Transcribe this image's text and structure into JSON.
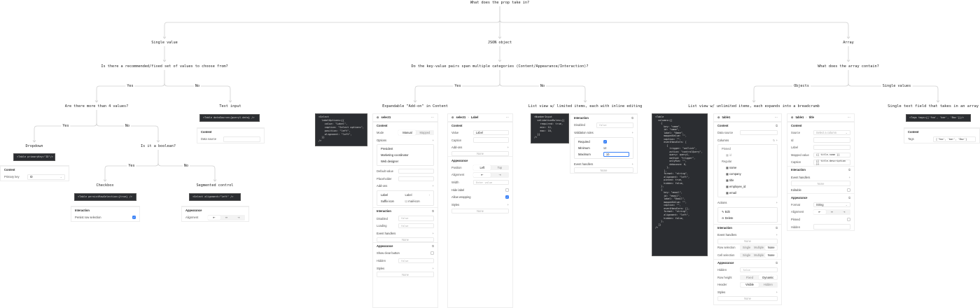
{
  "tree": {
    "root": "What does the prop take in?",
    "single_value": "Single value",
    "json_object": "JSON object",
    "array": "Array",
    "q_fixed_set": "Is there a recommended/fixed set of values to choose from?",
    "q_categories": "Do the key-value pairs span multiple categories (Content/Appearance/Interaction)?",
    "q_array_contain": "What does the array contain?",
    "yes": "Yes",
    "no": "No",
    "objects": "Objects",
    "single_values": "Single values",
    "q_more_than_4": "Are there more than 4 values?",
    "text_input": "Text input",
    "expandable_addon": "Expandable \"Add-on\" in Content",
    "list_limited": "List view w/ limited items, each with inline editing",
    "list_unlimited": "List view w/ unlimited items, each expands into a breadcrumb",
    "single_text_field": "Single text field that takes in an array",
    "dropdown": "Dropdown",
    "q_boolean": "Is it a boolean?",
    "checkbox": "Checkbox",
    "segmented_control": "Segmented control"
  },
  "code": {
    "text_input": "<Table dataSource={query1.data} />",
    "dropdown": "<Table primaryKey=\"ID\"/>",
    "checkbox": "<Table persistRowSelection={true} />",
    "segmented": "<Select alignment=\"left\" />",
    "expandable": "<Select\n  labelOptions={{\n    value: \"Label\",\n    caption: \"Select options\",\n    position: \"left\",\n    alignment: \"left\",\n  }}\n/>",
    "number_input": "<NumberInput\n  validationRules={{\n    required: true,\n    min: 12,\n    max: 10,\n  }}\n/>",
    "table": "<Table\n  columns={[\n    {\n      key: \"name\",\n      id: \"name\",\n      label: \"Name\",\n      mappedValue: \"\",\n      caption: \"\",\n      eventHandlers: [\n        {\n          trigger: \"onClick\",\n          action: \"controlQuery\",\n          query: query1,\n          method: \"trigger\",\n          onlyRun: \"\",\n          debounce: 0,\n        },\n      ],\n      format: \"string\",\n      alignment: \"left\",\n      pinned: true,\n      hidden: false,\n    },\n    {\n      key: \"email\",\n      id: \"email\",\n      label: \"Email\",\n      mappedValue: \"\",\n      caption: \"\",\n      eventHandlers: [],\n      format: \"string\",\n      alignment: \"left\",\n      hidden: false,\n    },\n  ]}\n/>",
    "tags": "<Tags tags={['foo', 'bar', 'Baz']}/>"
  },
  "icons": {
    "align": [
      "align-left-icon",
      "align-center-icon",
      "align-right-icon"
    ],
    "checkmark": "✓"
  },
  "colors": {
    "accent": "#3b82f6",
    "code_bg": "#2b2d31"
  },
  "panels": {
    "text_input": [
      {
        "t": "section",
        "label": "Content"
      },
      {
        "t": "field",
        "label": "Data source",
        "value": ""
      }
    ],
    "dropdown": [
      {
        "t": "section",
        "label": "Content"
      },
      {
        "t": "field",
        "label": "Primary key",
        "value": "ID",
        "select": true
      }
    ],
    "checkbox": [
      {
        "t": "section",
        "label": "Interaction"
      },
      {
        "t": "check",
        "label": "Persist row selection",
        "checked": true
      }
    ],
    "segmented": [
      {
        "t": "section",
        "label": "Appearance"
      },
      {
        "t": "seg",
        "label": "Alignment",
        "options": [
          "⇤",
          "⇹",
          "⇥"
        ],
        "selected": 0
      }
    ],
    "select1": [
      {
        "t": "header",
        "title": "select1"
      },
      {
        "t": "section",
        "label": "Content"
      },
      {
        "t": "seg",
        "label": "Mode",
        "options": [
          "Manual",
          "Mapped"
        ],
        "selected": 0
      },
      {
        "t": "plus",
        "label": "Options"
      },
      {
        "t": "list",
        "items": [
          "President",
          "Marketing coordinator",
          "Web designer"
        ]
      },
      {
        "t": "field",
        "label": "Default value",
        "value": ""
      },
      {
        "t": "field",
        "label": "Placeholder",
        "value": ""
      },
      {
        "t": "plus",
        "label": "Add-ons"
      },
      {
        "t": "kv",
        "items": [
          {
            "k": "Label",
            "v": "Label",
            "chev": "›"
          },
          {
            "k": "Suffix icon",
            "v": "☐ mail-icon"
          }
        ]
      },
      {
        "t": "section",
        "label": "Interaction",
        "act": "⧉"
      },
      {
        "t": "field",
        "label": "Disabled",
        "value": "",
        "placeholder": "false",
        "mono": true
      },
      {
        "t": "field",
        "label": "Loading",
        "value": "",
        "placeholder": "false",
        "mono": true
      },
      {
        "t": "plus",
        "label": "Event handlers"
      },
      {
        "t": "none",
        "text": "None"
      },
      {
        "t": "section",
        "label": "Appearance",
        "act": "⧉"
      },
      {
        "t": "check",
        "label": "Show clear button",
        "checked": false
      },
      {
        "t": "field",
        "label": "Hidden",
        "value": "",
        "placeholder": "false",
        "mono": true
      },
      {
        "t": "plus",
        "label": "Styles"
      },
      {
        "t": "none",
        "text": "None"
      }
    ],
    "select1_label": [
      {
        "t": "header",
        "title": "select1",
        "crumb": "Label"
      },
      {
        "t": "section",
        "label": "Content"
      },
      {
        "t": "field",
        "label": "Value",
        "value": "Label"
      },
      {
        "t": "field",
        "label": "Caption",
        "value": ""
      },
      {
        "t": "plus",
        "label": "Add-ons"
      },
      {
        "t": "none",
        "text": "None"
      },
      {
        "t": "section",
        "label": "Appearance"
      },
      {
        "t": "seg",
        "label": "Position",
        "options": [
          "Left",
          "Top"
        ],
        "selected": 0
      },
      {
        "t": "seg",
        "label": "Alignment",
        "options": [
          "⇤",
          "⇥"
        ],
        "selected": 0
      },
      {
        "t": "field",
        "label": "Width",
        "value": "",
        "placeholder": "Enter value",
        "mono": true
      },
      {
        "t": "check",
        "label": "Hide label",
        "checked": false
      },
      {
        "t": "check",
        "label": "Allow wrapping",
        "checked": true
      },
      {
        "t": "plus",
        "label": "Styles"
      },
      {
        "t": "none",
        "text": "None"
      }
    ],
    "number_input": [
      {
        "t": "section",
        "label": "Interaction",
        "act": "⧉"
      },
      {
        "t": "field",
        "label": "Disabled",
        "value": "",
        "placeholder": "false",
        "mono": true
      },
      {
        "t": "plus",
        "label": "Validation rules"
      },
      {
        "t": "kv",
        "items": [
          {
            "k": "Required",
            "check": true
          },
          {
            "k": "Minimum",
            "v": "12"
          },
          {
            "k": "Maximum",
            "v": "10",
            "focus": true
          }
        ]
      },
      {
        "t": "plus",
        "label": "Event handlers"
      },
      {
        "t": "none",
        "text": "None"
      }
    ],
    "table1": [
      {
        "t": "header",
        "title": "table1"
      },
      {
        "t": "section",
        "label": "Content",
        "act": "⧉"
      },
      {
        "t": "field",
        "label": "Data source",
        "value": ""
      },
      {
        "t": "plus",
        "label": "Columns",
        "act": "↻ +"
      },
      {
        "t": "tree",
        "items": [
          {
            "text": "Pinned",
            "group": true
          },
          {
            "text": "▦ id",
            "muted": true,
            "indent": true
          },
          {
            "text": "Regular",
            "group": true
          },
          {
            "text": "▦ name",
            "indent": true
          },
          {
            "text": "▦ company",
            "indent": true
          },
          {
            "text": "▦ title",
            "indent": true
          },
          {
            "text": "▦ employee_id",
            "indent": true
          },
          {
            "text": "▦ email",
            "indent": true
          }
        ]
      },
      {
        "t": "plus",
        "label": "Actions"
      },
      {
        "t": "list",
        "items": [
          "✎ Edit",
          "⊖ Delete"
        ]
      },
      {
        "t": "section",
        "label": "Interaction",
        "act": "⧉"
      },
      {
        "t": "plus",
        "label": "Event handlers"
      },
      {
        "t": "none",
        "text": "None"
      },
      {
        "t": "seg",
        "label": "Row selection",
        "options": [
          "Single",
          "Multiple",
          "None"
        ],
        "selected": 2
      },
      {
        "t": "seg",
        "label": "Cell selection",
        "options": [
          "Single",
          "Multiple",
          "None"
        ],
        "selected": 2
      },
      {
        "t": "section",
        "label": "Appearance",
        "act": "⧉"
      },
      {
        "t": "field",
        "label": "Hidden",
        "value": "",
        "placeholder": "false",
        "mono": true
      },
      {
        "t": "seg",
        "label": "Row height",
        "options": [
          "Fixed",
          "Dynamic"
        ],
        "selected": 1
      },
      {
        "t": "seg",
        "label": "Header",
        "options": [
          "Visible",
          "Hidden"
        ],
        "selected": 0
      },
      {
        "t": "plus",
        "label": "Styles"
      },
      {
        "t": "none",
        "text": "None"
      }
    ],
    "table1_title": [
      {
        "t": "header",
        "title": "table1",
        "crumb": "title"
      },
      {
        "t": "section",
        "label": "Content"
      },
      {
        "t": "field",
        "label": "Source",
        "value": "",
        "placeholder": "Select a column",
        "select": true
      },
      {
        "t": "field",
        "label": "Id",
        "value": ""
      },
      {
        "t": "field",
        "label": "Label",
        "value": ""
      },
      {
        "t": "field",
        "label": "Mapped value",
        "value": "{{ title.name }}",
        "mono": true
      },
      {
        "t": "field",
        "label": "Caption",
        "value": "{{ title.description }}",
        "mono": true
      },
      {
        "t": "section",
        "label": "Interaction",
        "act": "⧉"
      },
      {
        "t": "plus",
        "label": "Event handlers"
      },
      {
        "t": "none",
        "text": "None"
      },
      {
        "t": "check",
        "label": "Editable",
        "checked": false
      },
      {
        "t": "section",
        "label": "Appearance",
        "act": "⧉"
      },
      {
        "t": "field",
        "label": "Format",
        "value": "String",
        "select": true
      },
      {
        "t": "seg",
        "label": "Alignment",
        "options": [
          "⇤",
          "⇹",
          "⇥"
        ],
        "selected": 0
      },
      {
        "t": "check",
        "label": "Pinned",
        "checked": false
      },
      {
        "t": "field",
        "label": "Hidden",
        "value": ""
      }
    ],
    "tags": [
      {
        "t": "section",
        "label": "Content"
      },
      {
        "t": "field",
        "label": "Tags",
        "value": "['foo', 'bar', 'Baz']",
        "mono": true
      }
    ]
  }
}
